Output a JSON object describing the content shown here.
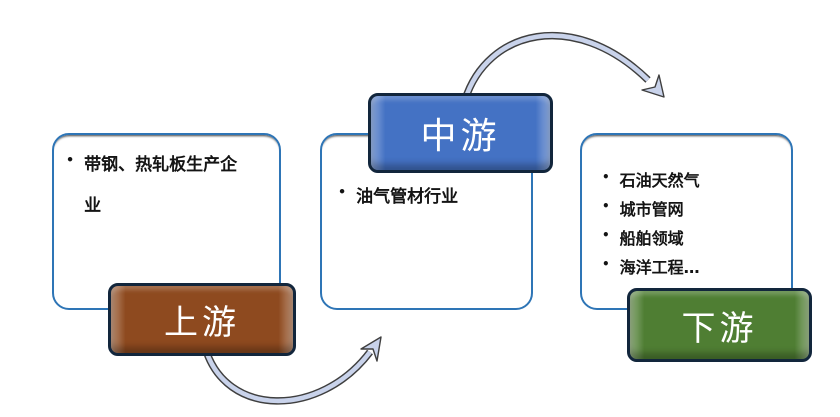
{
  "diagram": {
    "bullet": "•",
    "stages": [
      {
        "id": "upstream",
        "label": "上游",
        "fill": "#8E4A1F",
        "items": [
          "带钢、热轧板生产企业"
        ]
      },
      {
        "id": "midstream",
        "label": "中游",
        "fill": "#4472C4",
        "items": [
          "油气管材行业"
        ]
      },
      {
        "id": "downstream",
        "label": "下游",
        "fill": "#4F7E33",
        "items": [
          "石油天然气",
          "城市管网",
          "船舶领域",
          "海洋工程…"
        ]
      }
    ],
    "colors": {
      "panel_border": "#2E75B6",
      "tag_border": "#12263C",
      "arrow_fill": "#C9D3EB",
      "arrow_outline": "#3F3F3F",
      "label_text": "#FFFFFF"
    }
  }
}
